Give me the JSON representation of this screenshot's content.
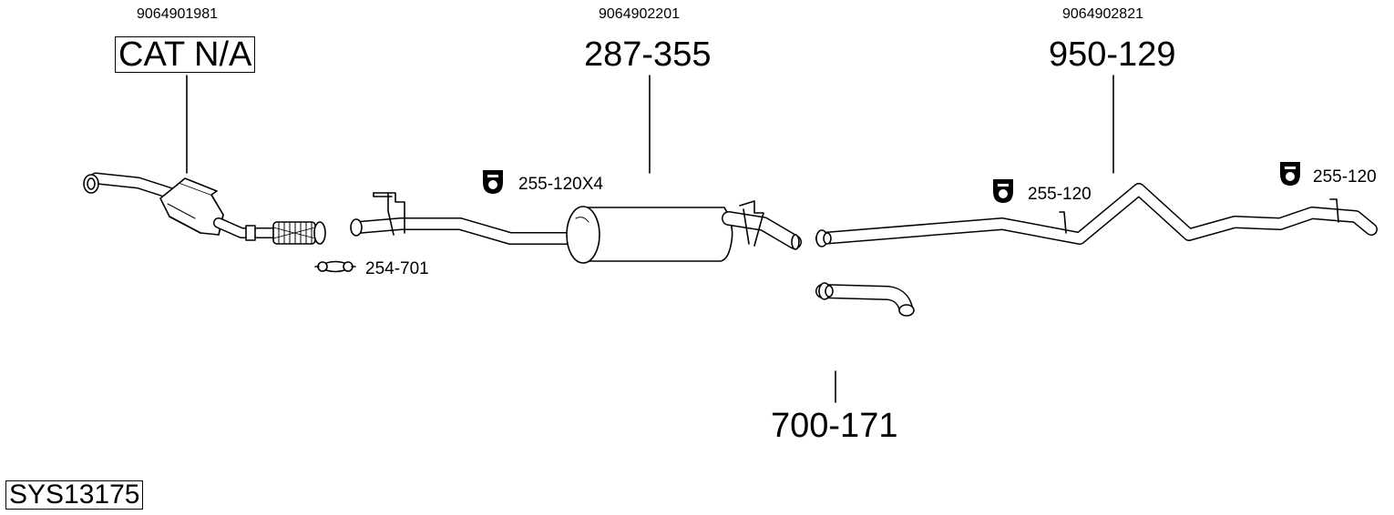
{
  "diagram": {
    "system_code": "SYS13175",
    "parts": [
      {
        "oem": "9064901981",
        "part_no": "CAT N/A",
        "boxed": true
      },
      {
        "oem": "9064902201",
        "part_no": "287-355"
      },
      {
        "oem": "9064902821",
        "part_no": "950-129"
      },
      {
        "part_no": "700-171"
      }
    ],
    "accessories": [
      {
        "part_no": "255-120X4",
        "icon": "rubber-mount-icon"
      },
      {
        "part_no": "254-701",
        "icon": "clamp-icon"
      },
      {
        "part_no": "255-120",
        "icon": "rubber-mount-icon"
      },
      {
        "part_no": "255-120",
        "icon": "rubber-mount-icon"
      }
    ],
    "colors": {
      "line": "#000000",
      "background": "#ffffff",
      "pipe_fill": "#ffffff",
      "shade": "#e6e6e6"
    }
  }
}
